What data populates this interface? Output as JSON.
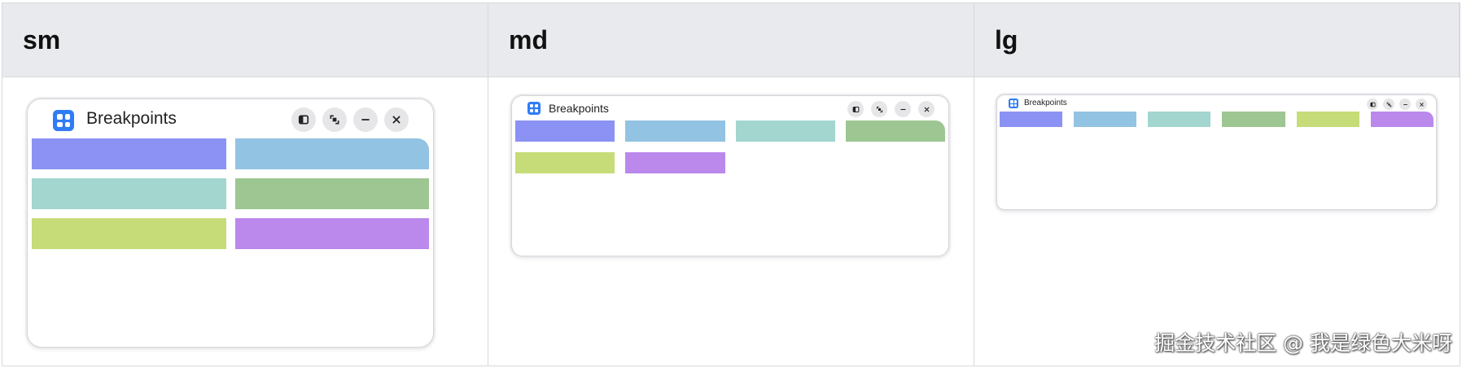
{
  "headers": [
    "sm",
    "md",
    "lg"
  ],
  "window_title": "Breakpoints",
  "app_icon": "grid-app-icon",
  "window_controls": [
    "split-screen-icon",
    "restore-icon",
    "minimize-icon",
    "close-icon"
  ],
  "tile_colors": [
    "#8b92f3",
    "#93c3e2",
    "#a2d6cf",
    "#9dc692",
    "#c6dc78",
    "#bb88ec"
  ],
  "watermark": "掘金技术社区 @ 我是绿色大米呀"
}
